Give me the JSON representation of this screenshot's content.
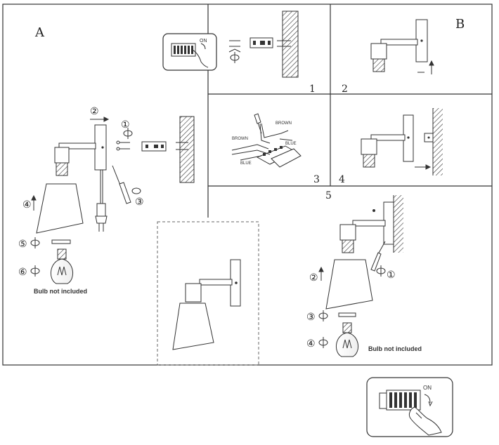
{
  "panels": {
    "a": {
      "label": "A"
    },
    "b": {
      "label": "B"
    },
    "step1": {
      "label": "1"
    },
    "step2": {
      "label": "2"
    },
    "step3": {
      "label": "3"
    },
    "step4": {
      "label": "4"
    },
    "step5": {
      "label": "5"
    }
  },
  "wires": {
    "brown_top": "BROWN",
    "brown_left": "BROWN",
    "blue_right": "BLUE",
    "blue_left": "BLUE"
  },
  "step_markers_a": {
    "m1": "①",
    "m2": "②",
    "m3": "③",
    "m4": "④",
    "m5": "⑤",
    "m6": "⑥"
  },
  "step_markers_5": {
    "m1": "①",
    "m2": "②",
    "m3": "③",
    "m4": "④"
  },
  "bulb_note_a": "Bulb not included",
  "bulb_note_5": "Bulb not included",
  "switch_on_top": "ON",
  "switch_on_bottom": "ON",
  "icons": [
    "screw-icon",
    "rotate-arrow-icon",
    "screwdriver-icon",
    "bulb-icon",
    "plug-icon",
    "wall-hatch-icon",
    "switch-panel-icon",
    "hand-icon",
    "arrow-icon"
  ]
}
